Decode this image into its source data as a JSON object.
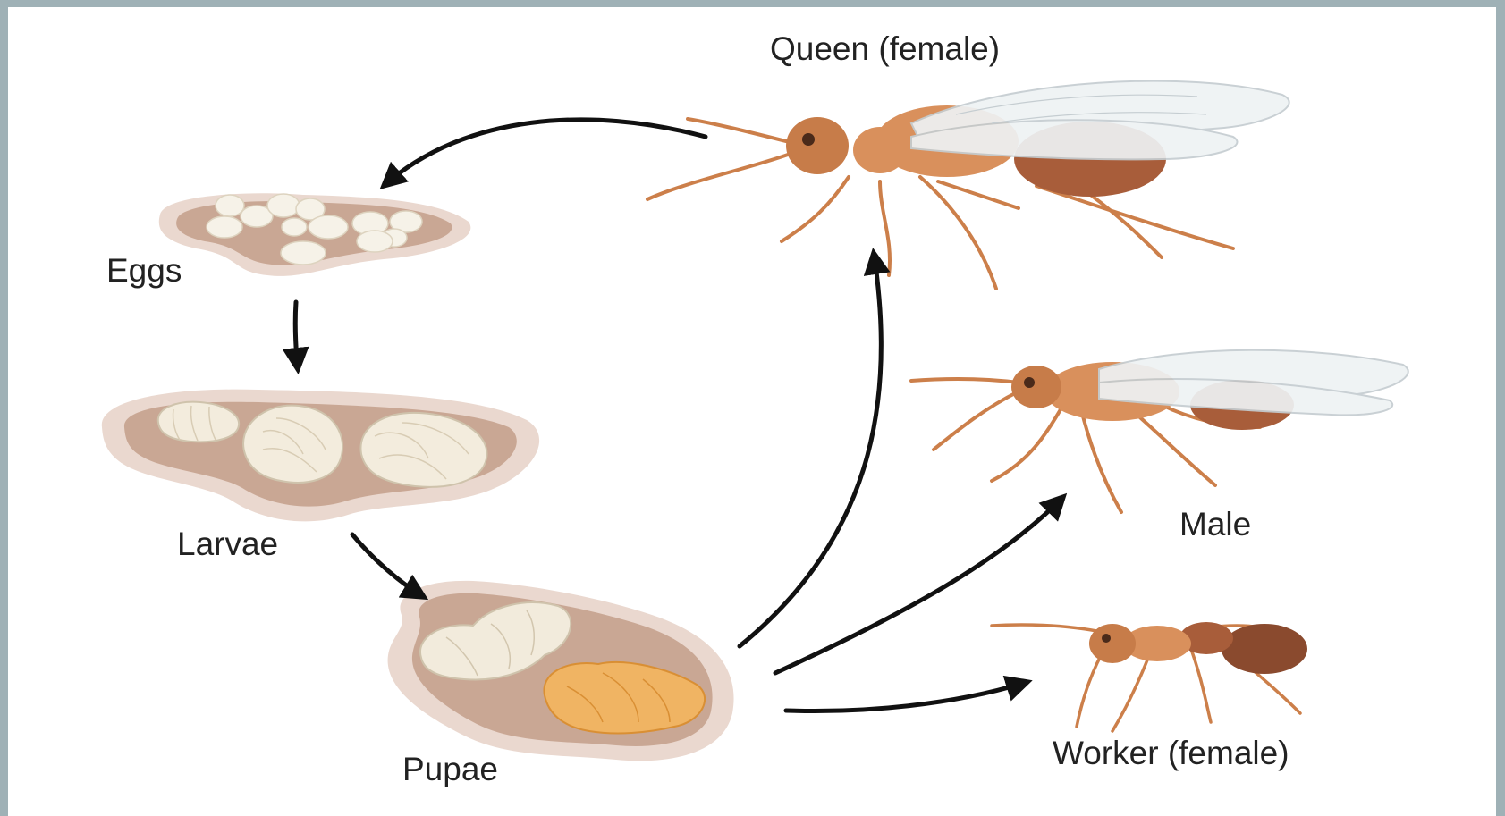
{
  "stages": {
    "queen": "Queen (female)",
    "eggs": "Eggs",
    "larvae": "Larvae",
    "pupae": "Pupae",
    "male": "Male",
    "worker": "Worker (female)"
  },
  "colors": {
    "background": "#ffffff",
    "frame": "#9fb1b6",
    "nest_outer": "#ead8cf",
    "nest_inner": "#c9a794",
    "ant_body": "#d9905c",
    "ant_abdomen": "#a85d3a",
    "wing": "#eef2f4",
    "arrow": "#111111"
  },
  "icons": [
    "queen-ant-icon",
    "male-ant-icon",
    "worker-ant-icon",
    "egg-cluster-icon",
    "larvae-icon",
    "pupae-icon"
  ]
}
